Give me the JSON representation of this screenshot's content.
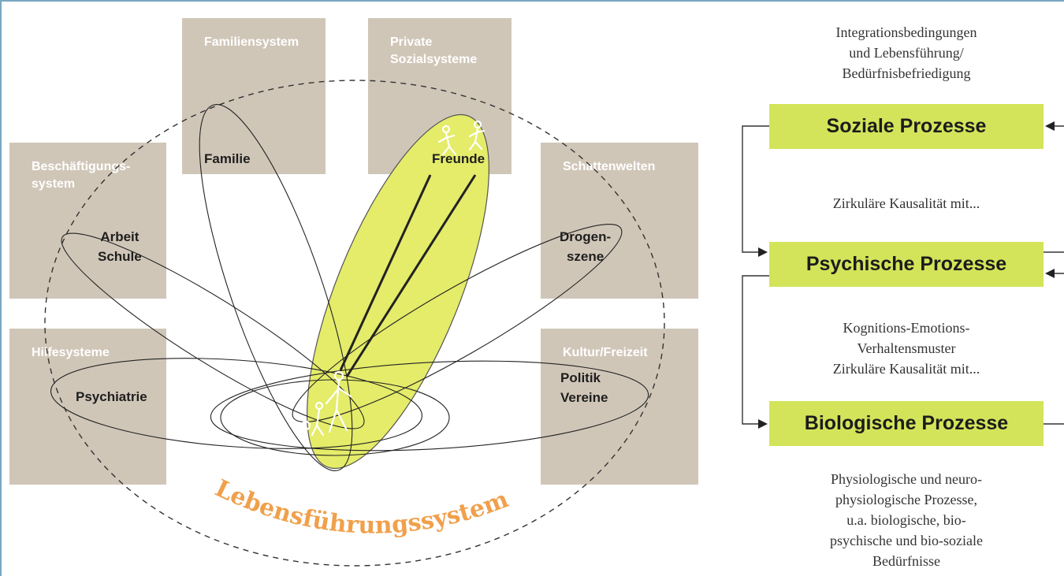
{
  "colors": {
    "system_box": "#d0c6b8",
    "highlight": "#e4ec6a",
    "process_box": "#d3e45a",
    "life_system_label": "#f0a04b",
    "frame": "#7aa7c2"
  },
  "systems": {
    "familiensystem": {
      "title": "Familiensystem",
      "node": "Familie"
    },
    "private": {
      "title": "Private\nSozialsysteme",
      "node": "Freunde"
    },
    "beschaeftigung": {
      "title": "Beschäftigungs-\nsystem",
      "node": "Arbeit\nSchule"
    },
    "schatten": {
      "title": "Schattenwelten",
      "node": "Drogen-\nszene"
    },
    "hilfe": {
      "title": "Hilfesysteme",
      "node": "Psychiatrie"
    },
    "kultur": {
      "title": "Kultur/Freizeit",
      "node": "Politik\nVereine"
    }
  },
  "life_system_label": "Lebensführungssystem",
  "right_panel": {
    "header": "Integrationsbedingungen\nund Lebensführung/\nBedürfnisbefriedigung",
    "soziale": "Soziale Prozesse",
    "link1": "Zirkuläre Kausalität mit...",
    "psychische": "Psychische Prozesse",
    "link2": "Kognitions-Emotions-\nVerhaltensmuster\nZirkuläre Kausalität mit...",
    "biologische": "Biologische Prozesse",
    "footer": "Physiologische und neuro-\nphysiologische Prozesse,\nu.a. biologische, bio-\npsychische und bio-soziale\nBedürfnisse"
  },
  "icons": [
    "person-with-child-icon",
    "friends-figures-icon"
  ]
}
